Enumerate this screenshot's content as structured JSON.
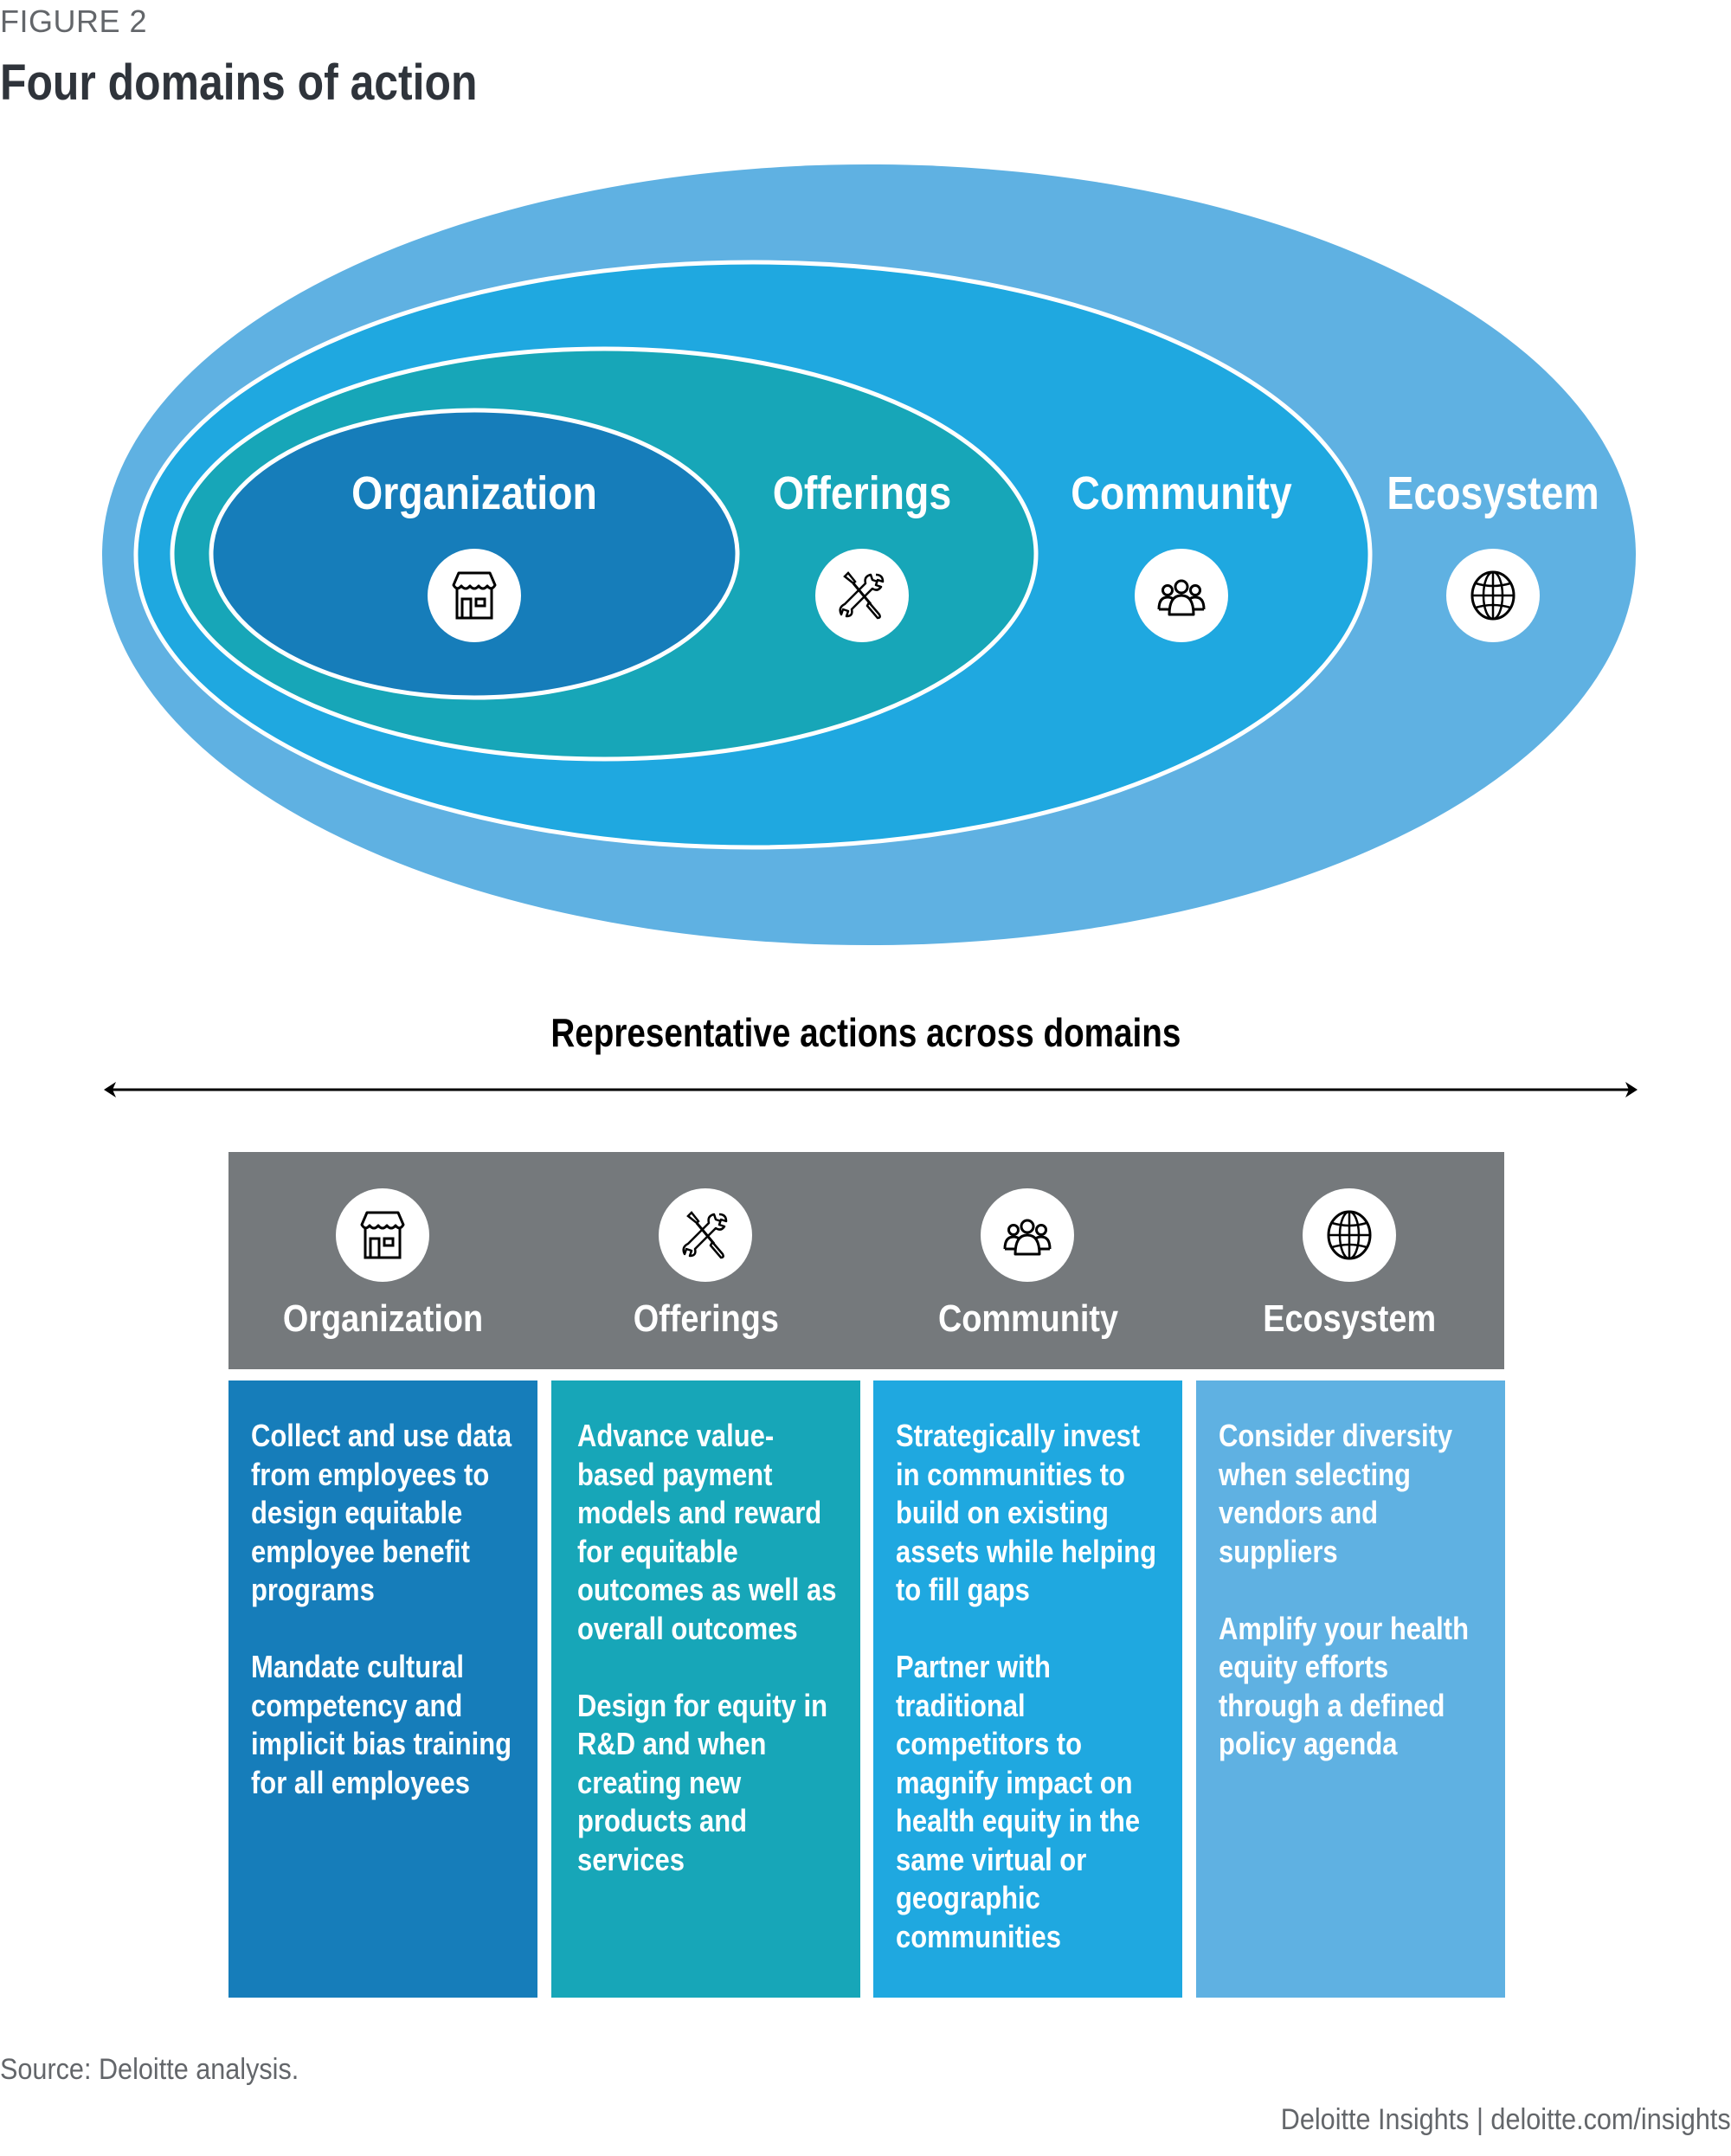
{
  "figure_label": "FIGURE 2",
  "title": "Four domains of action",
  "colors": {
    "organization": "#167dba",
    "offerings": "#17a6b8",
    "community": "#1fa8e0",
    "ecosystem": "#5fb1e2",
    "header_band": "#75797c",
    "title_text": "#2f343b",
    "muted_text": "#63666a"
  },
  "domains": [
    {
      "id": "organization",
      "label": "Organization",
      "icon": "storefront-icon"
    },
    {
      "id": "offerings",
      "label": "Offerings",
      "icon": "tools-icon"
    },
    {
      "id": "community",
      "label": "Community",
      "icon": "people-group-icon"
    },
    {
      "id": "ecosystem",
      "label": "Ecosystem",
      "icon": "globe-icon"
    }
  ],
  "actions_heading": "Representative actions across domains",
  "actions": [
    {
      "domain": "Organization",
      "items": [
        "Collect and use data from employees to design equitable employee benefit programs",
        "Mandate cultural competency and implicit bias training for all employees"
      ]
    },
    {
      "domain": "Offerings",
      "items": [
        "Advance value-based payment models and reward for equitable outcomes as well as overall outcomes",
        "Design for equity in R&D and when creating new products and services"
      ]
    },
    {
      "domain": "Community",
      "items": [
        "Strategically invest in communities to build on existing assets while helping to fill gaps",
        "Partner with traditional competitors to magnify impact on health equity in the same virtual or geographic communities"
      ]
    },
    {
      "domain": "Ecosystem",
      "items": [
        "Consider diversity when selecting vendors and suppliers",
        "Amplify your health equity efforts through a defined policy agenda"
      ]
    }
  ],
  "source": "Source: Deloitte analysis.",
  "footer": "Deloitte Insights | deloitte.com/insights"
}
